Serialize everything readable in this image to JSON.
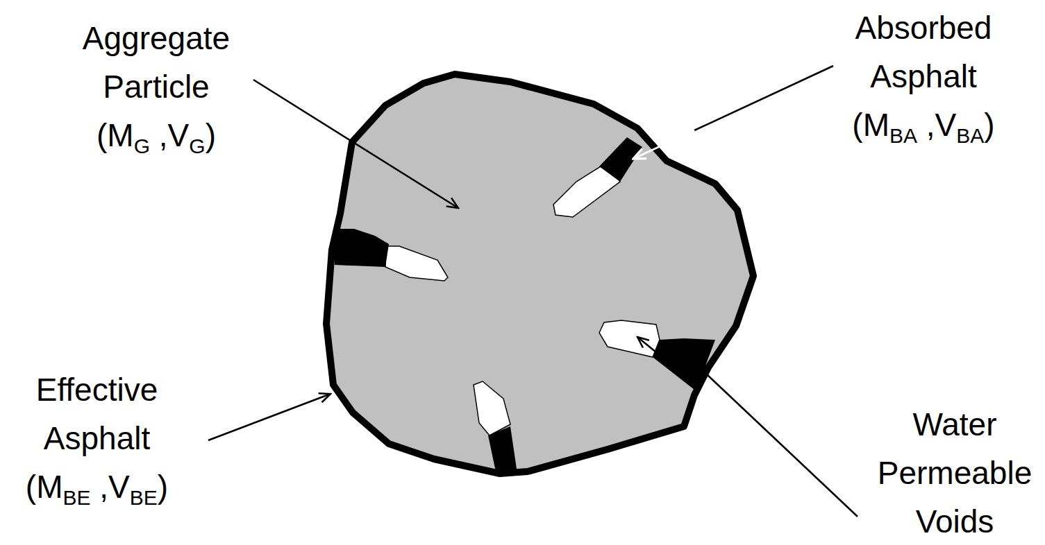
{
  "diagram": {
    "labels": [
      "Aggregate Particle",
      "(M",
      "G",
      " ,V",
      "G",
      ")",
      "Absorbed Asphalt",
      "(M",
      "BA",
      " ,V",
      "BA",
      ")",
      "Effective Asphalt",
      "(M",
      "BE",
      " ,V",
      "BE",
      ")",
      "Water Permeable Voids"
    ]
  }
}
